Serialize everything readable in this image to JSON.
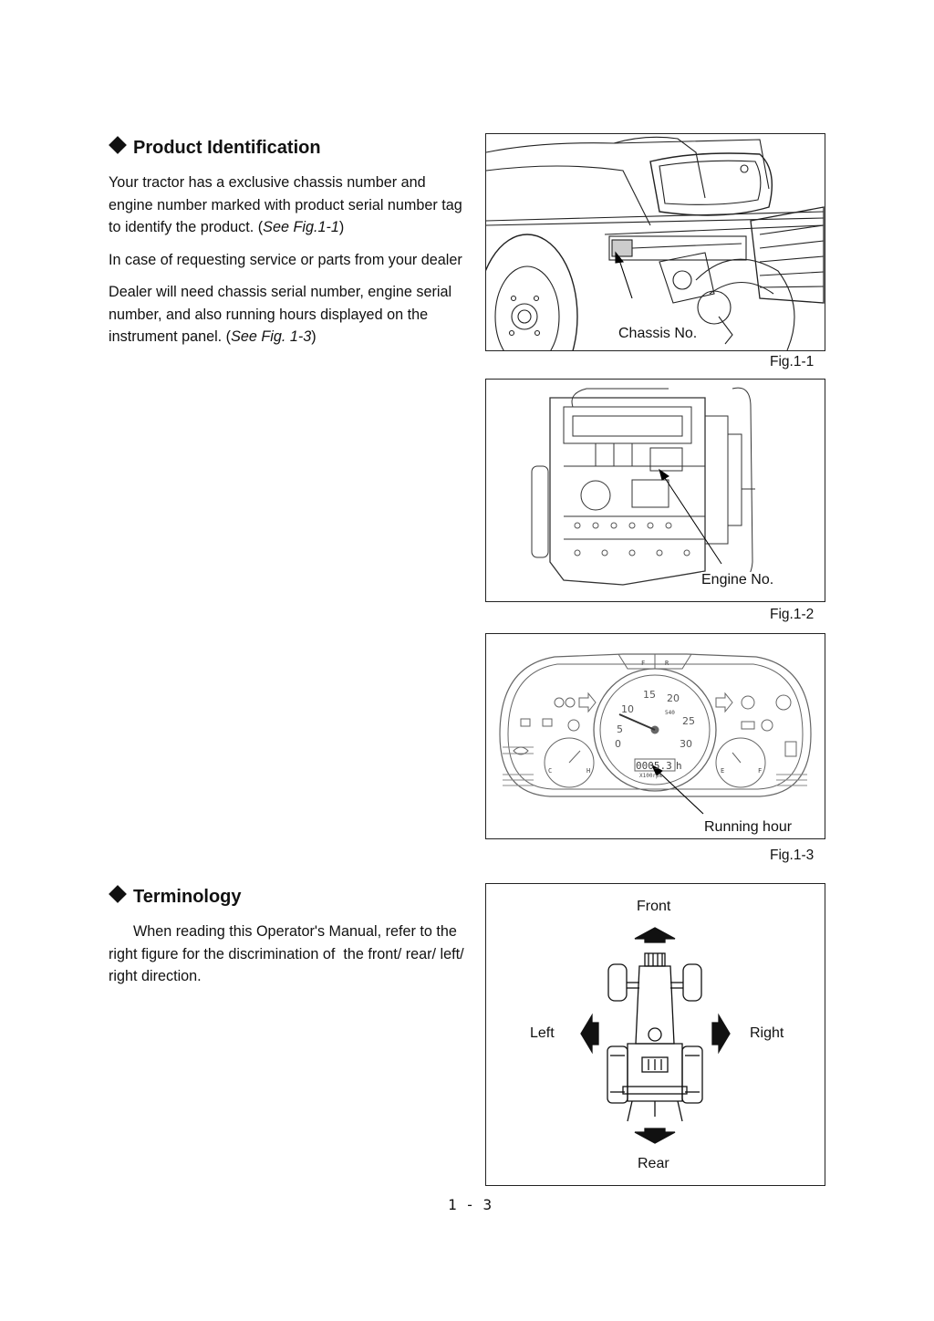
{
  "section1": {
    "title": "Product Identification",
    "para1_pre": " Your tractor has a exclusive chassis number and engine number marked with product serial number tag to identify the product. (",
    "para1_ref": "See Fig.1-1",
    "para1_post": ")",
    "para2": " In case of requesting service or parts from your dealer",
    "para3_pre": "Dealer will need chassis serial number, engine serial number, and also running hours displayed on the instrument panel. (",
    "para3_ref": "See Fig. 1-3",
    "para3_post": ")"
  },
  "figures": {
    "fig1": {
      "label": "Chassis No.",
      "caption": "Fig.1-1"
    },
    "fig2": {
      "label": "Engine No.",
      "caption": "Fig.1-2"
    },
    "fig3": {
      "label": "Running hour",
      "caption": "Fig.1-3",
      "gauge_ticks": [
        "0",
        "5",
        "10",
        "15",
        "20",
        "25",
        "30"
      ],
      "hour_counter": "0005.3",
      "hour_unit": "h",
      "rpm_unit": "X100rpm",
      "pto_badge": "540",
      "temp_low": "C",
      "temp_high": "H",
      "fuel_empty": "E",
      "fuel_full": "F",
      "top_left_letter": "F",
      "top_right_letter": "R"
    },
    "fig4": {
      "front": "Front",
      "rear": "Rear",
      "left": "Left",
      "right": "Right"
    }
  },
  "section2": {
    "title": "Terminology",
    "para": "      When reading this Operator's Manual, refer to the right figure for the discrimination of  the front/ rear/ left/ right direction."
  },
  "page_number": "1 - 3"
}
